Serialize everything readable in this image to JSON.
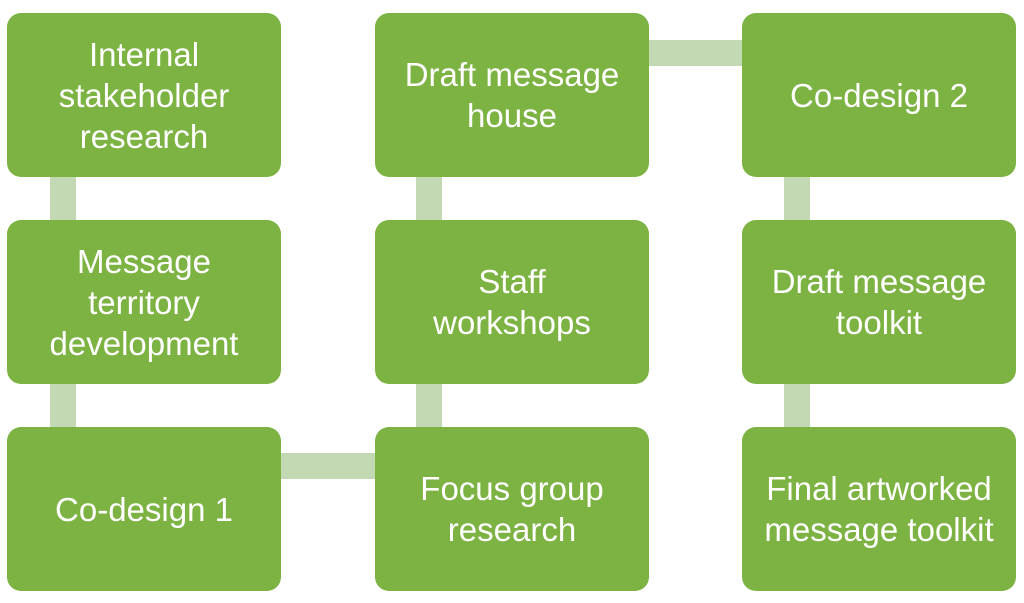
{
  "steps": [
    {
      "id": "internal-stakeholder-research",
      "label": "Internal\nstakeholder\nresearch"
    },
    {
      "id": "message-territory-development",
      "label": "Message\nterritory\ndevelopment"
    },
    {
      "id": "co-design-1",
      "label": "Co-design 1"
    },
    {
      "id": "focus-group-research",
      "label": "Focus group\nresearch"
    },
    {
      "id": "staff-workshops",
      "label": "Staff\nworkshops"
    },
    {
      "id": "draft-message-house",
      "label": "Draft message\nhouse"
    },
    {
      "id": "co-design-2",
      "label": "Co-design 2"
    },
    {
      "id": "draft-message-toolkit",
      "label": "Draft message\ntoolkit"
    },
    {
      "id": "final-artworked-message-toolkit",
      "label": "Final artworked\nmessage toolkit"
    }
  ],
  "colors": {
    "box": "#7cb342",
    "connector": "#c3d9b4",
    "text": "#ffffff"
  }
}
